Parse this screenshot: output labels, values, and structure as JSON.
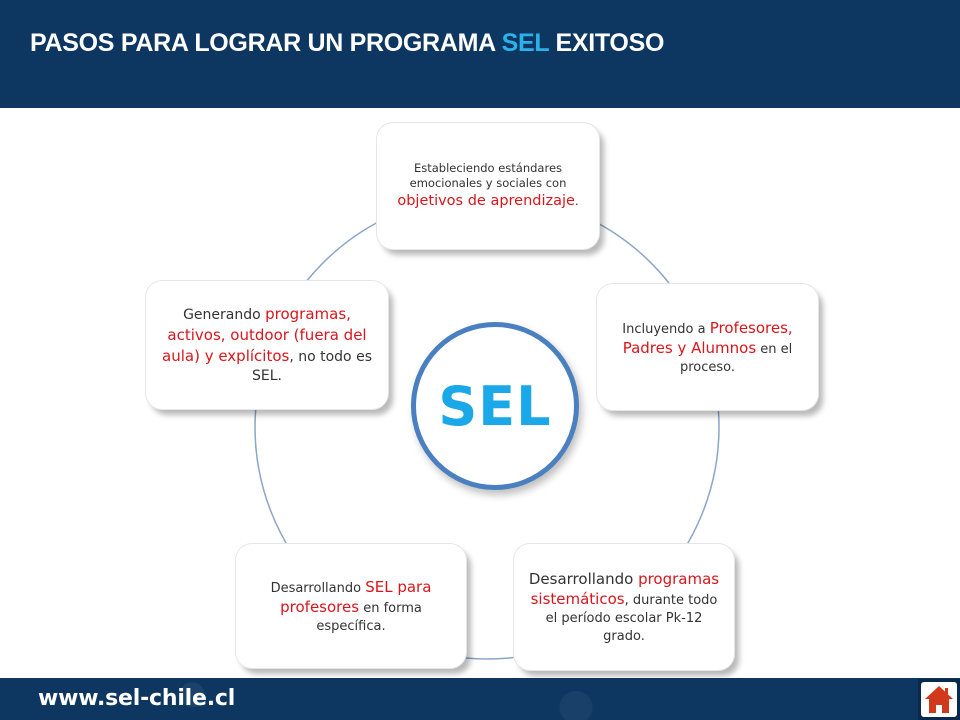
{
  "header": {
    "title_before": "PASOS PARA LOGRAR UN PROGRAMA ",
    "title_highlight": "SEL",
    "title_after": " EXITOSO"
  },
  "diagram": {
    "center_label": "SEL",
    "steps": [
      {
        "p1": "Estableciendo estándares emocionales y sociales con ",
        "hl": "objetivos  de aprendizaje",
        "p2": "."
      },
      {
        "p1": "Incluyendo a ",
        "hl": "Profesores, Padres y Alumnos",
        "p2": " en el proceso."
      },
      {
        "p1": "Desarrollando ",
        "hl": "programas sistemáticos",
        "p2": ", durante todo el período escolar Pk-12 grado."
      },
      {
        "p1": "Desarrollando ",
        "hl": "SEL para profesores",
        "p2": " en forma específica."
      },
      {
        "p1": "Generando ",
        "hl": "programas, activos, outdoor (fuera del aula) y explícitos",
        "p2": ", no todo es SEL."
      }
    ]
  },
  "footer": {
    "website": "www.sel-chile.cl",
    "home_icon": "home-icon"
  },
  "colors": {
    "header_bg": "#0d3660",
    "title_highlight": "#2bb2ea",
    "step_highlight": "#d8161c",
    "center_text": "#1aa8e8",
    "center_ring": "#4a7fc0",
    "cycle_line": "#8aa6c8",
    "home_icon_bg": "#0a2a4d"
  }
}
